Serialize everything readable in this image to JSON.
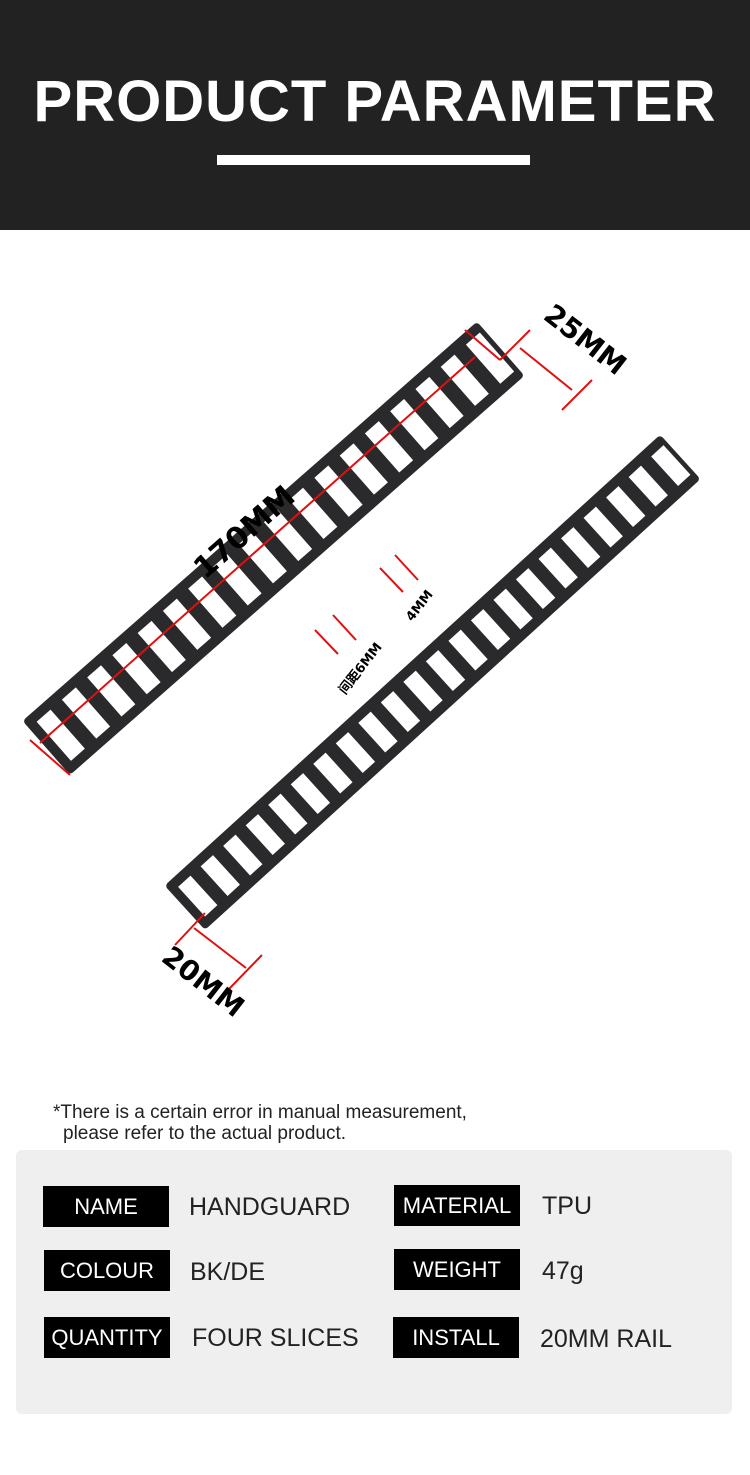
{
  "header": {
    "title": "PRODUCT PARAMETER"
  },
  "dimensions": {
    "length": "170MM",
    "width_top": "25MM",
    "width_bottom": "20MM",
    "rung": "4MM",
    "spacing": "间距6MM"
  },
  "note": {
    "line1": "*There is a certain error in manual measurement,",
    "line2": "please refer to the actual product."
  },
  "params": [
    {
      "label": "NAME",
      "value": "HANDGUARD"
    },
    {
      "label": "MATERIAL",
      "value": "TPU"
    },
    {
      "label": "COLOUR",
      "value": "BK/DE"
    },
    {
      "label": "WEIGHT",
      "value": "47g"
    },
    {
      "label": "QUANTITY",
      "value": "FOUR SLICES"
    },
    {
      "label": "INSTALL",
      "value": "20MM RAIL"
    }
  ],
  "colors": {
    "dimension": "#e01010",
    "header": "#222222",
    "product": "#2a2a2c"
  }
}
